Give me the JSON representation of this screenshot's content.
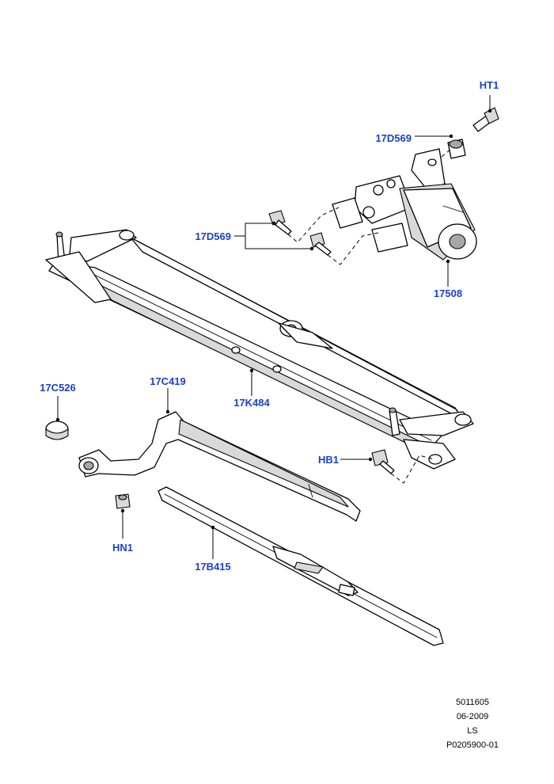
{
  "callouts": {
    "ht1": "HT1",
    "d569_top": "17D569",
    "d569_left": "17D569",
    "motor": "17508",
    "linkage": "17K484",
    "cap": "17C526",
    "arm": "17C419",
    "hb1": "HB1",
    "hn1": "HN1",
    "blade": "17B415"
  },
  "footer": {
    "line1": "5011605",
    "line2": "06-2009",
    "line3": "LS",
    "line4": "P0205900-01"
  },
  "colors": {
    "callout": "#1a3fd0",
    "ink": "#000000"
  }
}
